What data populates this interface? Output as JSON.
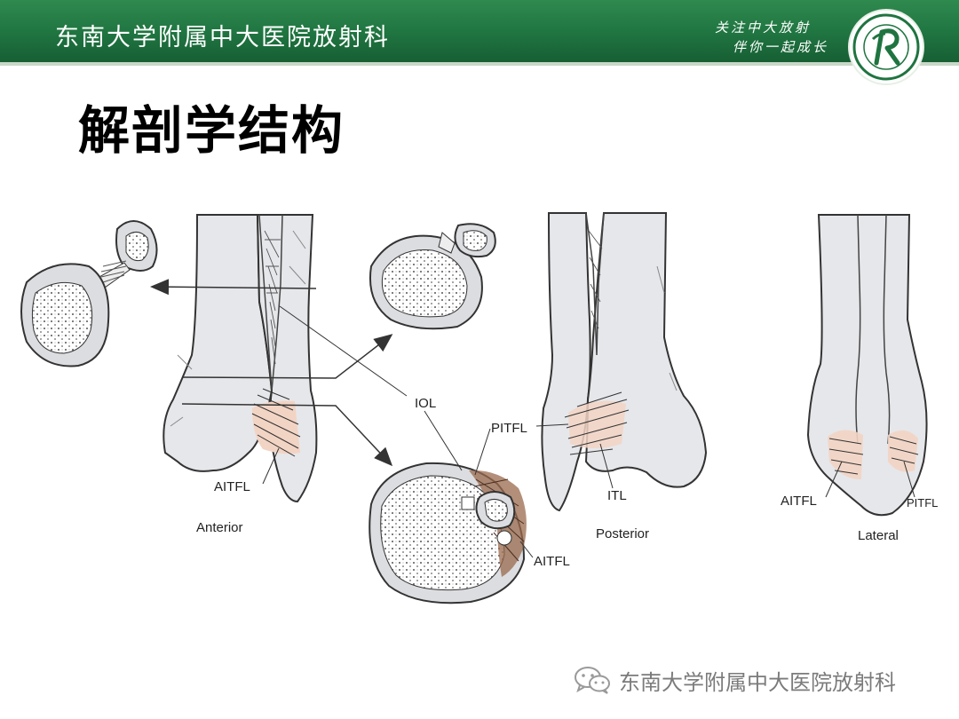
{
  "header": {
    "title": "东南大学附属中大医院放射科",
    "slogan_line1": "关注中大放射",
    "slogan_line2": "伴你一起成长",
    "logo_icon": "hospital-radiology-logo"
  },
  "slide": {
    "title": "解剖学结构"
  },
  "figure": {
    "views": {
      "anterior": "Anterior",
      "posterior": "Posterior",
      "lateral": "Lateral"
    },
    "labels": {
      "iol": "IOL",
      "aitfl_anterior": "AITFL",
      "pitfl_cross": "PITFL",
      "aitfl_cross": "AITFL",
      "itl": "ITL",
      "aitfl_lateral": "AITFL",
      "pitfl_lateral": "PITFL"
    }
  },
  "watermark": {
    "icon": "wechat-icon",
    "text": "东南大学附属中大医院放射科"
  },
  "colors": {
    "header_green": "#1f7440",
    "bone_fill": "#e6e7ea",
    "ligament_pink": "#f2d4c4",
    "ligament_brown": "#9a6a4e"
  }
}
